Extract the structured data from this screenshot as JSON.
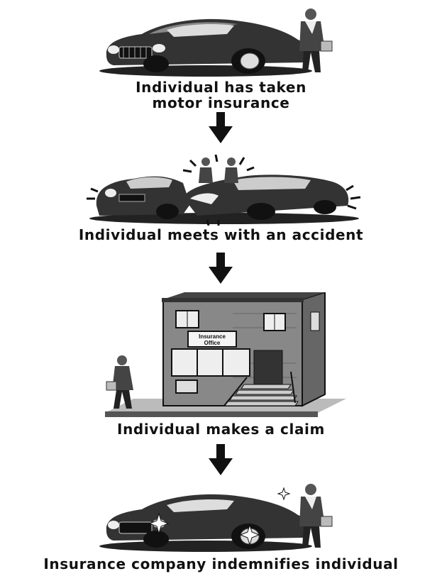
{
  "steps": [
    {
      "caption_lines": [
        "Individual has taken",
        "motor insurance"
      ],
      "image": "car-with-person-icon"
    },
    {
      "caption_lines": [
        "Individual meets with an accident"
      ],
      "image": "car-accident-icon"
    },
    {
      "caption_lines": [
        "Individual makes a claim"
      ],
      "image": "insurance-office-icon",
      "building_sign": [
        "Insurance",
        "Office"
      ]
    },
    {
      "caption_lines": [
        "Insurance company indemnifies individual"
      ],
      "image": "shiny-car-with-person-icon"
    }
  ],
  "arrow_icon": "down-arrow-icon"
}
